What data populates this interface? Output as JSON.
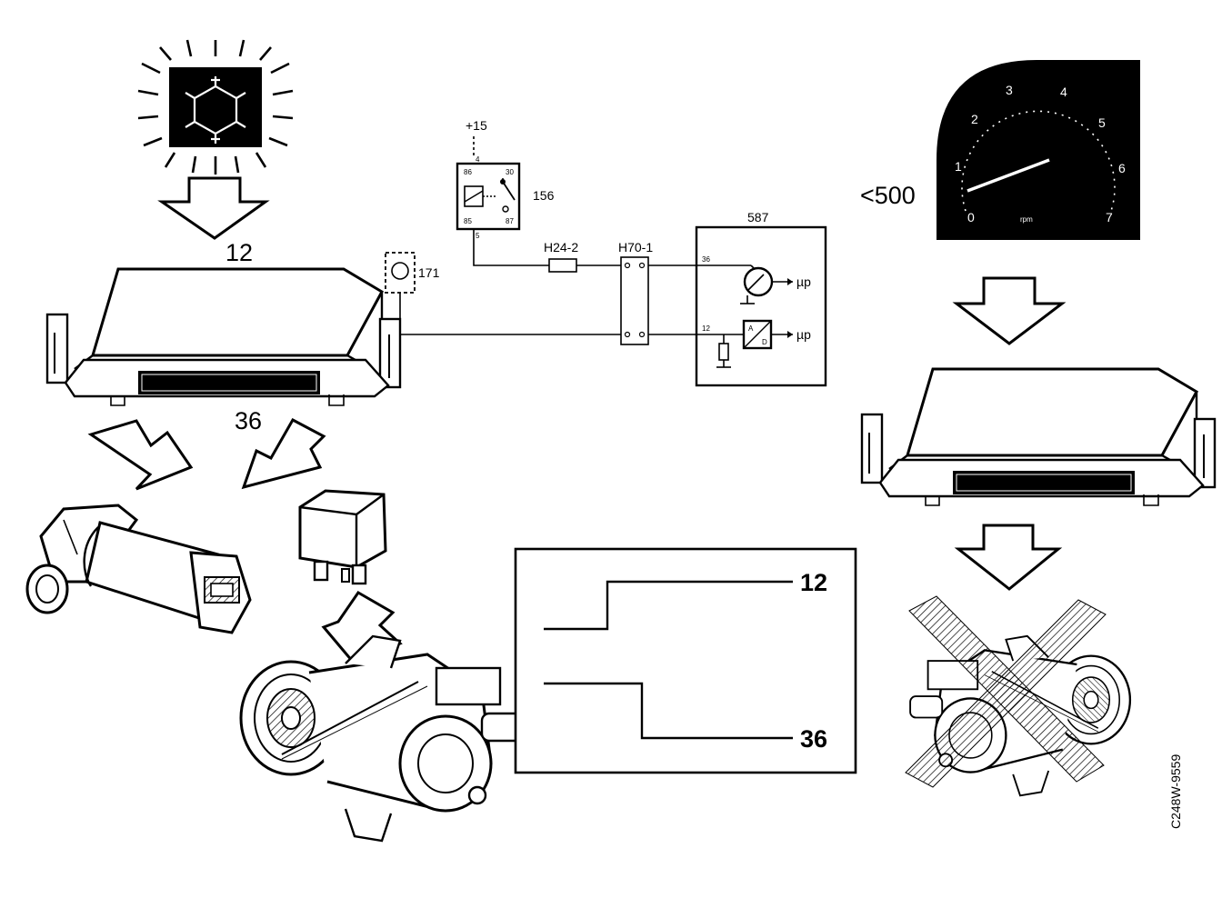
{
  "diagram": {
    "labels": {
      "top_signal": "12",
      "left_signal": "36",
      "rpm_threshold": "<500",
      "supply": "+15",
      "relay": "156",
      "sensor": "171",
      "connector_a": "H24-2",
      "connector_b": "H70-1",
      "control_unit": "587",
      "mu_p_1": "µp",
      "mu_p_2": "µp",
      "relay_pin_4": "4",
      "relay_pin_86": "86",
      "relay_pin_30": "30",
      "relay_pin_85": "85",
      "relay_pin_87": "87",
      "relay_pin_5": "5",
      "cu_pin_36": "36",
      "cu_pin_12": "12",
      "graph_label_top": "12",
      "graph_label_bottom": "36",
      "drawing_code": "C248W-9559"
    },
    "tachometer": {
      "scale": [
        "0",
        "1",
        "2",
        "3",
        "4",
        "5",
        "6",
        "7"
      ],
      "unit": "rpm"
    }
  },
  "colors": {
    "ink": "#000000",
    "paper": "#ffffff"
  },
  "icons": [
    "snowflake-icon",
    "ecu-icon",
    "idle-valve-icon",
    "relay-icon",
    "ac-compressor-icon",
    "tachometer-icon"
  ]
}
